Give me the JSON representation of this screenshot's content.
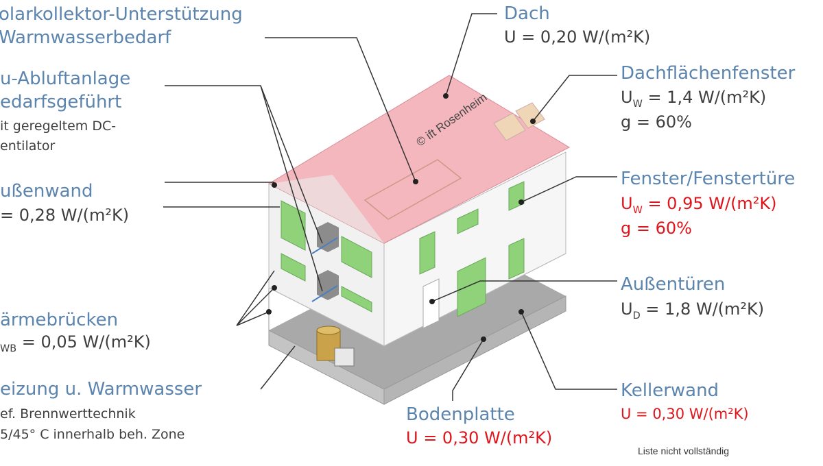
{
  "labels": {
    "solar_1": "olarkollektor-Unterstützung",
    "solar_2": "Warmwasserbedarf",
    "vent_1": "u-Abluftanlage",
    "vent_2": "edarfsgeführt",
    "vent_3": "it geregeltem DC-",
    "vent_4": "entilator",
    "wall_title": "ußenwand",
    "wall_value": "= 0,28 W/(m²K)",
    "bridge_title": "ärmebrücken",
    "bridge_sub": "WB",
    "bridge_value": "= 0,05 W/(m²K)",
    "heat_1": "eizung u. Warmwasser",
    "heat_2": "ef. Brennwerttechnik",
    "heat_3": "5/45°  C innerhalb beh. Zone",
    "roof_title": "Dach",
    "roof_value": "U = 0,20 W/(m²K)",
    "skylight_title": "Dachflächenfenster",
    "skylight_u": "U",
    "skylight_sub": "W",
    "skylight_value": " = 1,4 W/(m²K)",
    "skylight_g": "g = 60%",
    "window_title": "Fenster/Fenstertüre",
    "window_u": "U",
    "window_sub": "W",
    "window_value": "  = 0,95 W/(m²K)",
    "window_g": "g = 60%",
    "door_title": "Außentüren",
    "door_u": "U",
    "door_sub": "D",
    "door_value": " = 1,8 W/(m²K)",
    "cellar_title": "Kellerwand",
    "cellar_value": "U = 0,30 W/(m²K)",
    "floor_title": "Bodenplatte",
    "floor_value": "U = 0,30 W/(m²K)",
    "watermark": "© ift  Rosenheim",
    "note": "Liste nicht vollständig"
  },
  "colors": {
    "label_blue": "#5b84ae",
    "value_gray": "#3f3f3f",
    "value_red": "#e0151b",
    "roof_pink": "#f3b7bd",
    "window_green": "#8fd27a",
    "cellar_gray": "#a9a9a9",
    "tank_gold": "#c9a24a"
  }
}
